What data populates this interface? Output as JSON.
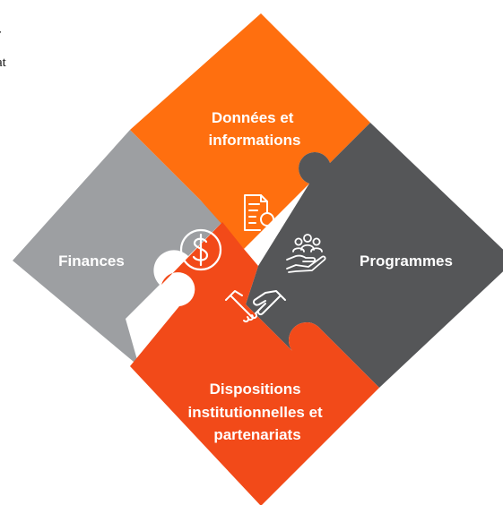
{
  "side_text": [
    "r",
    "at"
  ],
  "pieces": {
    "top": {
      "label_lines": [
        "Données et",
        "informations"
      ],
      "color": "#FF6F0F",
      "icon": "document-search-icon"
    },
    "right": {
      "label_lines": [
        "Programmes"
      ],
      "color": "#555658",
      "icon": "community-hand-icon"
    },
    "bottom": {
      "label_lines": [
        "Dispositions",
        "institutionnelles et",
        "partenariats"
      ],
      "color": "#F24A19",
      "icon": "handshake-icon"
    },
    "left": {
      "label_lines": [
        "Finances"
      ],
      "color": "#9D9FA2",
      "icon": "dollar-coin-icon"
    }
  }
}
